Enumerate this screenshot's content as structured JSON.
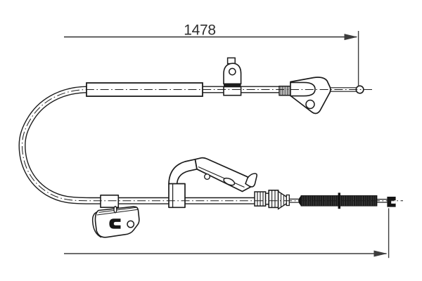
{
  "page": {
    "background_color": "#ffffff",
    "stroke_color": "#1c1c1c",
    "dimension_line_color": "#3d3d3d",
    "text_color": "#2f2f2f"
  },
  "drawing": {
    "kind": "technical-line-drawing",
    "subject": "parking brake Bowden cable with brackets and end fittings",
    "dimension_top": {
      "label": "1478"
    },
    "dimension_bottom": {
      "label": ""
    },
    "parts": [
      {
        "id": "cable-loop",
        "label": "looped cable with dash-dot axis"
      },
      {
        "id": "outer-sleeve",
        "label": "outer casing sleeve"
      },
      {
        "id": "top-clip",
        "label": "mounting clip with eyelet"
      },
      {
        "id": "end-ferrule",
        "label": "knurled ferrule"
      },
      {
        "id": "abutment-bracket",
        "label": "abutment bracket with hole"
      },
      {
        "id": "ball-end",
        "label": "ball end fitting"
      },
      {
        "id": "center-guide-bracket",
        "label": "center guide bracket with slot"
      },
      {
        "id": "lower-mounting-bracket",
        "label": "lower mounting bracket"
      },
      {
        "id": "cable-adjuster",
        "label": "adjuster / grommet assembly"
      },
      {
        "id": "coil-spring",
        "label": "protective coil spring with stop"
      },
      {
        "id": "barrel-end",
        "label": "barrel nipple end fitting"
      }
    ]
  }
}
